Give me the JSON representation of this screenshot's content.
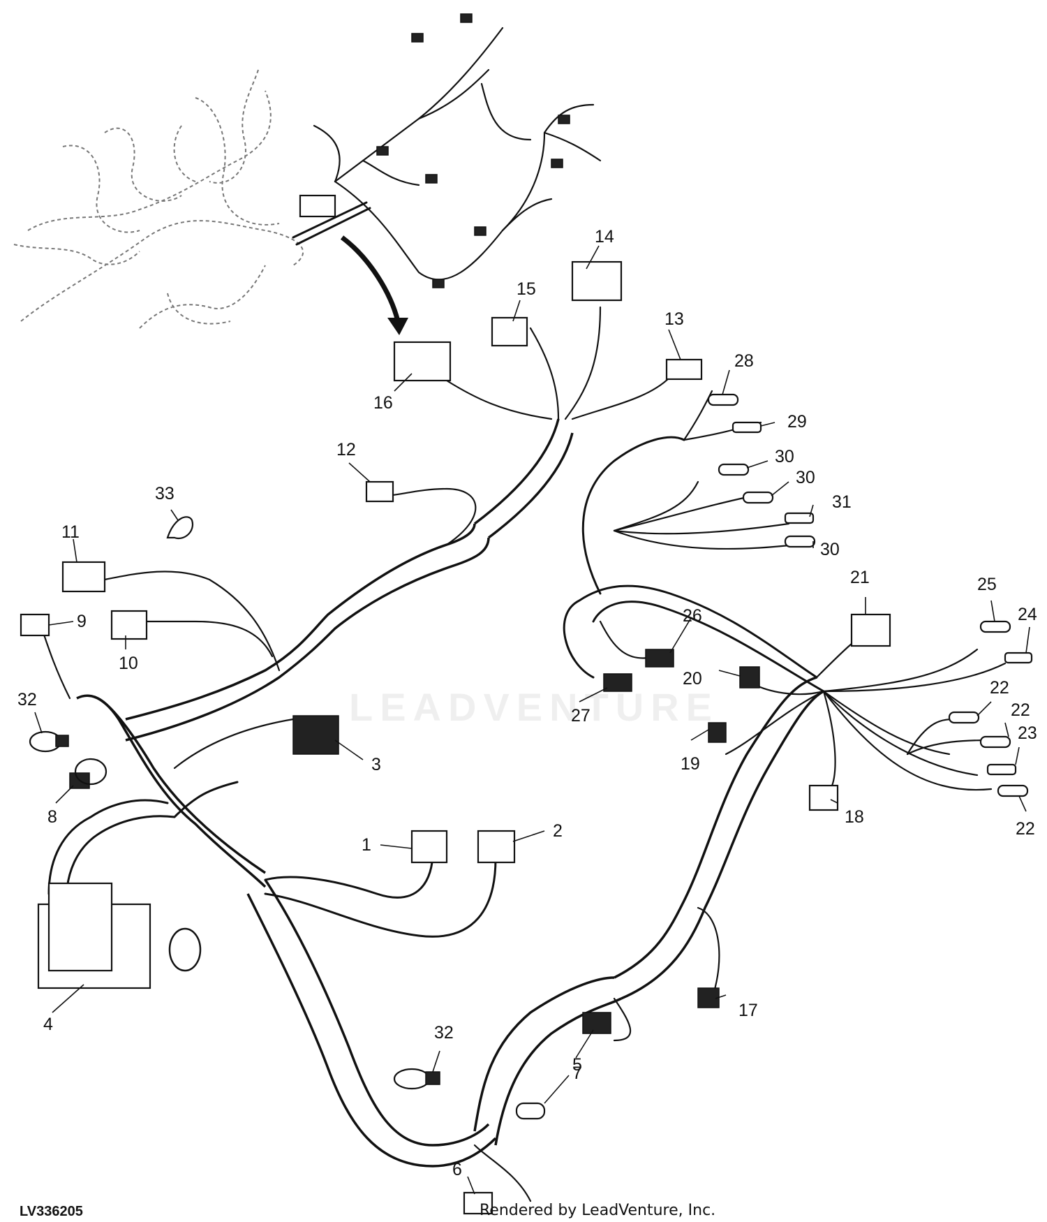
{
  "figure_id": "LV336205",
  "credit": "Rendered by LeadVenture, Inc.",
  "watermark": "LEADVENTURE",
  "callouts": [
    {
      "id": "c1",
      "text": "1"
    },
    {
      "id": "c2",
      "text": "2"
    },
    {
      "id": "c3",
      "text": "3"
    },
    {
      "id": "c4",
      "text": "4"
    },
    {
      "id": "c5",
      "text": "5"
    },
    {
      "id": "c6",
      "text": "6"
    },
    {
      "id": "c7",
      "text": "7"
    },
    {
      "id": "c8",
      "text": "8"
    },
    {
      "id": "c9",
      "text": "9"
    },
    {
      "id": "c10",
      "text": "10"
    },
    {
      "id": "c11",
      "text": "11"
    },
    {
      "id": "c12",
      "text": "12"
    },
    {
      "id": "c13",
      "text": "13"
    },
    {
      "id": "c14",
      "text": "14"
    },
    {
      "id": "c15",
      "text": "15"
    },
    {
      "id": "c16",
      "text": "16"
    },
    {
      "id": "c17",
      "text": "17"
    },
    {
      "id": "c18",
      "text": "18"
    },
    {
      "id": "c19",
      "text": "19"
    },
    {
      "id": "c20",
      "text": "20"
    },
    {
      "id": "c21",
      "text": "21"
    },
    {
      "id": "c22a",
      "text": "22"
    },
    {
      "id": "c22b",
      "text": "22"
    },
    {
      "id": "c22c",
      "text": "22"
    },
    {
      "id": "c23",
      "text": "23"
    },
    {
      "id": "c24",
      "text": "24"
    },
    {
      "id": "c25",
      "text": "25"
    },
    {
      "id": "c26",
      "text": "26"
    },
    {
      "id": "c27",
      "text": "27"
    },
    {
      "id": "c28",
      "text": "28"
    },
    {
      "id": "c29",
      "text": "29"
    },
    {
      "id": "c30a",
      "text": "30"
    },
    {
      "id": "c30b",
      "text": "30"
    },
    {
      "id": "c30c",
      "text": "30"
    },
    {
      "id": "c31",
      "text": "31"
    },
    {
      "id": "c32a",
      "text": "32"
    },
    {
      "id": "c32b",
      "text": "32"
    },
    {
      "id": "c33",
      "text": "33"
    }
  ]
}
